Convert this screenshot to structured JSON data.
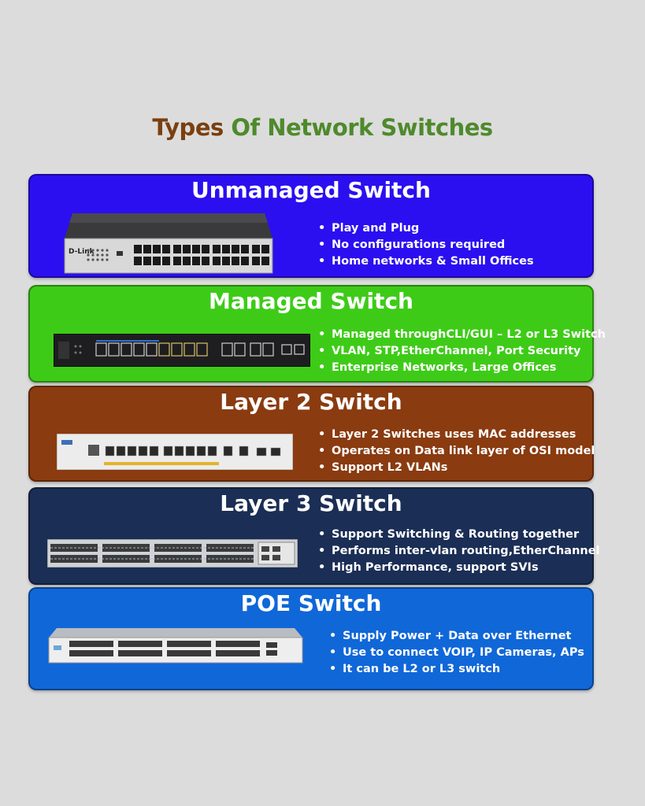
{
  "title": {
    "part1": "Types",
    "part2": "Of Network Switches"
  },
  "colors": {
    "title_part1": "#7a3f10",
    "title_part2": "#4e8a2c",
    "unmanaged": "#2b0ff0",
    "managed": "#3ecb18",
    "layer2": "#8a3b10",
    "layer3": "#1b2e55",
    "poe": "#1067d8"
  },
  "cards": [
    {
      "title": "Unmanaged Switch",
      "device_label": "D-Link",
      "bullets": [
        "Play and Plug",
        "No configurations required",
        "Home networks & Small Offices"
      ]
    },
    {
      "title": "Managed Switch",
      "bullets": [
        "Managed throughCLI/GUI – L2 or L3 Switch",
        "VLAN, STP,EtherChannel, Port Security",
        "Enterprise Networks, Large Offices"
      ]
    },
    {
      "title": "Layer 2 Switch",
      "bullets": [
        "Layer 2 Switches uses MAC addresses",
        "Operates on Data link layer of OSI model",
        "Support L2 VLANs"
      ]
    },
    {
      "title": "Layer 3 Switch",
      "bullets": [
        "Support Switching & Routing together",
        "Performs inter-vlan routing,EtherChannel",
        "High Performance, support SVIs"
      ]
    },
    {
      "title": "POE Switch",
      "bullets": [
        "Supply Power + Data over Ethernet",
        "Use to connect VOIP, IP Cameras, APs",
        "It can be L2 or L3 switch"
      ]
    }
  ]
}
